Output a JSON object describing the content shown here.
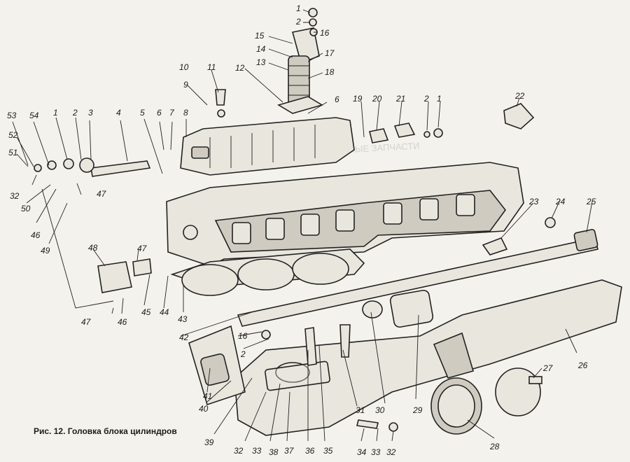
{
  "caption": "Рис. 12. Головка блока цилиндров",
  "watermark": "АВТОМОБИЛЬНЫЕ ЗАПЧАСТИ",
  "callouts": [
    "1",
    "2",
    "16",
    "15",
    "14",
    "17",
    "13",
    "18",
    "12",
    "11",
    "10",
    "9",
    "6",
    "19",
    "20",
    "21",
    "2",
    "1",
    "22",
    "53",
    "54",
    "1",
    "2",
    "3",
    "4",
    "5",
    "6",
    "7",
    "8",
    "52",
    "51",
    "32",
    "50",
    "47",
    "46",
    "49",
    "48",
    "47",
    "23",
    "24",
    "25",
    "47",
    "46",
    "45",
    "44",
    "43",
    "42",
    "16",
    "2",
    "41",
    "40",
    "39",
    "32",
    "33",
    "38",
    "37",
    "36",
    "35",
    "31",
    "30",
    "29",
    "26",
    "27",
    "34",
    "33",
    "32",
    "28"
  ]
}
